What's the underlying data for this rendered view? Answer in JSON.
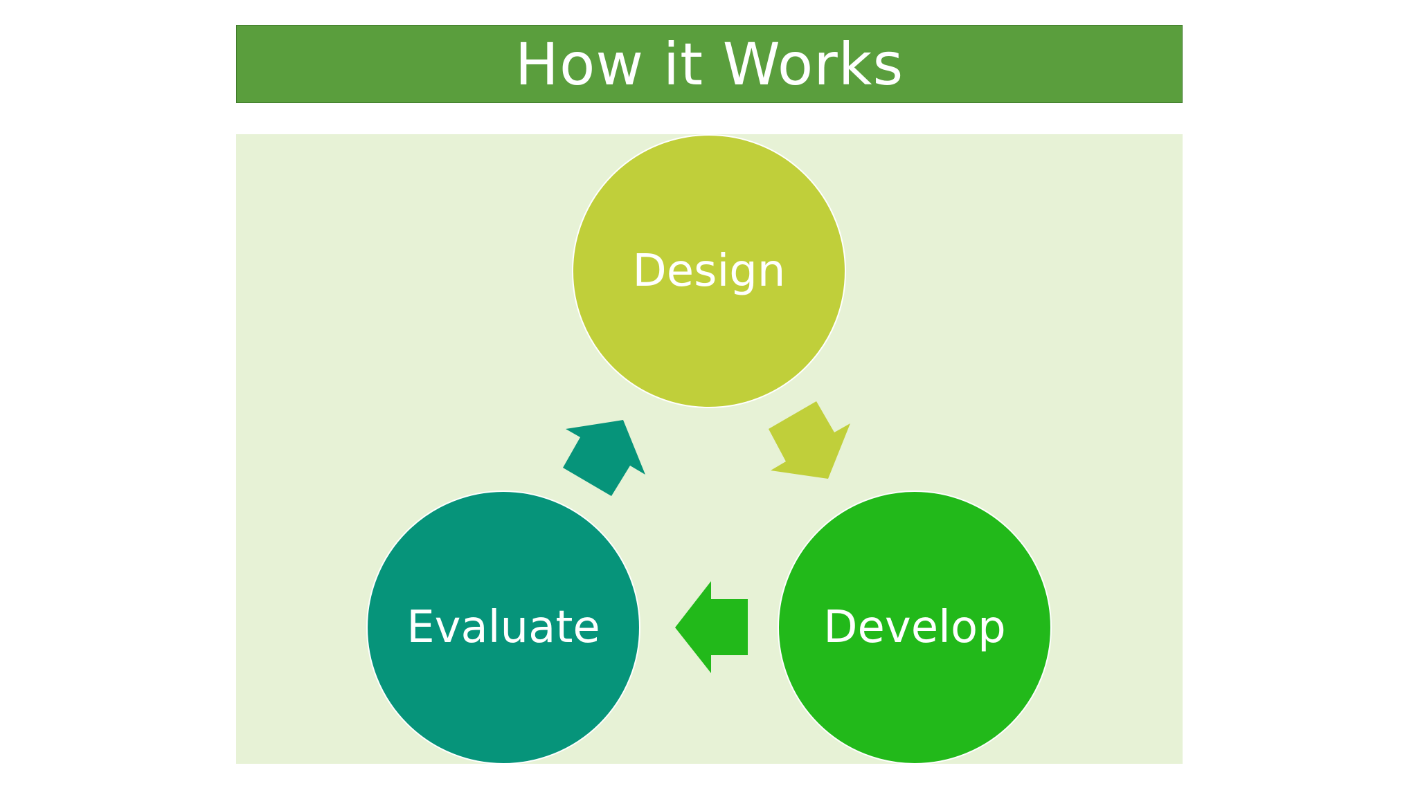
{
  "title": "How it Works",
  "colors": {
    "title_bar": "#5a9e3d",
    "panel_background": "#e7f2d6",
    "design": "#c0cf3a",
    "develop": "#22b91a",
    "evaluate": "#06947a"
  },
  "cycle": {
    "nodes": [
      {
        "id": "design",
        "label": "Design"
      },
      {
        "id": "develop",
        "label": "Develop"
      },
      {
        "id": "evaluate",
        "label": "Evaluate"
      }
    ],
    "arrows": [
      {
        "from": "design",
        "to": "develop"
      },
      {
        "from": "develop",
        "to": "evaluate"
      },
      {
        "from": "evaluate",
        "to": "design"
      }
    ]
  }
}
